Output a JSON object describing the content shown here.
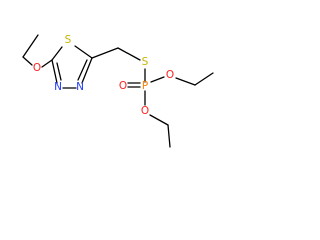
{
  "molecule": {
    "atoms": [
      {
        "label": "S",
        "color": "#c8b400"
      },
      {
        "label": "N",
        "color": "#1f3cff"
      },
      {
        "label": "N",
        "color": "#1f3cff"
      },
      {
        "label": "O",
        "color": "#ff1f1f"
      },
      {
        "label": "S",
        "color": "#c8b400"
      },
      {
        "label": "P",
        "color": "#ff8000"
      },
      {
        "label": "O",
        "color": "#ff1f1f"
      },
      {
        "label": "O",
        "color": "#ff1f1f"
      },
      {
        "label": "O",
        "color": "#ff1f1f"
      }
    ]
  }
}
